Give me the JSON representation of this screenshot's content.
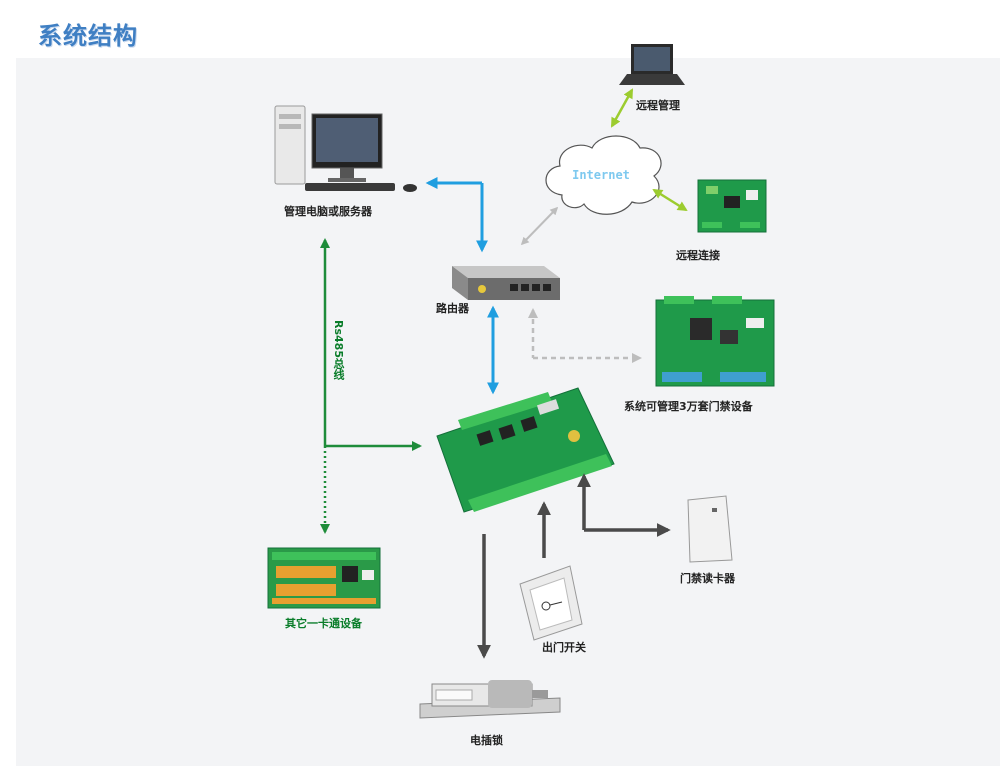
{
  "page": {
    "title": "系统结构"
  },
  "nodes": {
    "pc": "管理电脑或服务器",
    "router": "路由器",
    "internet": "Internet",
    "remote_manage": "远程管理",
    "remote_connect": "远程连接",
    "manage_30k": "系统可管理3万套门禁设备",
    "other_devices": "其它一卡通设备",
    "card_reader": "门禁读卡器",
    "exit_switch": "出门开关",
    "electric_lock": "电插锁"
  },
  "links": {
    "rs485": "Rs485总线"
  },
  "colors": {
    "blue": "#1f9ee0",
    "green": "#1e8c3a",
    "gray": "#4a4a4a",
    "lightgray": "#bdbdbd",
    "lime": "#9ccc2f",
    "board": "#1f9a4a"
  }
}
